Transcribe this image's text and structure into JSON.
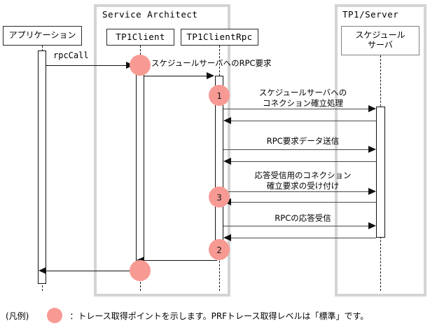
{
  "diagram": {
    "type": "uml-sequence-diagram",
    "groups": [
      {
        "id": "service-architect",
        "title": "Service Architect"
      },
      {
        "id": "tp1-server",
        "title": "TP1/Server"
      }
    ],
    "participants": [
      {
        "id": "application",
        "label": "アプリケーション",
        "style": "jp"
      },
      {
        "id": "tp1client",
        "label": "TP1Client",
        "style": "mono"
      },
      {
        "id": "tp1clientrpc",
        "label": "TP1ClientRpc",
        "style": "mono"
      },
      {
        "id": "schedule-server",
        "label": "スケジュール\nサーバ",
        "line1": "スケジュール",
        "line2": "サーバ",
        "style": "jp"
      }
    ],
    "messages": [
      {
        "id": "m1",
        "label": "rpcCall",
        "from": "application",
        "to": "tp1client",
        "direction": "right",
        "style": "mono"
      },
      {
        "id": "m2",
        "label": "スケジュールサーバへのRPC要求",
        "from": "tp1client",
        "to": "tp1clientrpc",
        "direction": "right",
        "style": "jp"
      },
      {
        "id": "m3",
        "line1": "スケジュールサーバへの",
        "line2": "コネクション確立処理",
        "from": "tp1clientrpc",
        "to": "schedule-server",
        "direction": "right",
        "style": "jp"
      },
      {
        "id": "m4",
        "label": "",
        "from": "schedule-server",
        "to": "tp1clientrpc",
        "direction": "left",
        "style": "jp"
      },
      {
        "id": "m5",
        "label": "RPC要求データ送信",
        "from": "tp1clientrpc",
        "to": "schedule-server",
        "direction": "right",
        "style": "jp"
      },
      {
        "id": "m6",
        "label": "",
        "from": "schedule-server",
        "to": "tp1clientrpc",
        "direction": "left",
        "style": "jp"
      },
      {
        "id": "m7",
        "line1": "応答受信用のコネクション",
        "line2": "確立要求の受け付け",
        "from": "tp1clientrpc",
        "to": "schedule-server",
        "direction": "right",
        "style": "jp"
      },
      {
        "id": "m8",
        "label": "",
        "from": "schedule-server",
        "to": "tp1clientrpc",
        "direction": "left",
        "style": "jp"
      },
      {
        "id": "m9",
        "label": "RPCの応答受信",
        "from": "tp1clientrpc",
        "to": "schedule-server",
        "direction": "right",
        "style": "jp"
      },
      {
        "id": "m10",
        "label": "",
        "from": "schedule-server",
        "to": "tp1clientrpc",
        "direction": "left",
        "style": "jp"
      },
      {
        "id": "m11",
        "label": "",
        "from": "tp1clientrpc",
        "to": "tp1client",
        "direction": "left",
        "style": "jp"
      },
      {
        "id": "m12",
        "label": "",
        "from": "tp1client",
        "to": "application",
        "direction": "left",
        "style": "jp"
      }
    ],
    "trace_points": [
      {
        "id": "tp-a",
        "label": "",
        "on": "tp1client"
      },
      {
        "id": "tp-1",
        "label": "1",
        "on": "tp1clientrpc"
      },
      {
        "id": "tp-3",
        "label": "3",
        "on": "tp1clientrpc"
      },
      {
        "id": "tp-2",
        "label": "2",
        "on": "tp1clientrpc"
      },
      {
        "id": "tp-b",
        "label": "",
        "on": "tp1client"
      }
    ],
    "colors": {
      "trace_point": "#f79a93",
      "frame_border": "#d4d4d4",
      "message_line": "#4a4a4a",
      "box_border": "#2a2a2a"
    }
  },
  "legend": {
    "prefix": "(凡例)",
    "separator": "：",
    "text": "トレース取得ポイントを示します。PRFトレース取得レベルは「標準」です。",
    "full": "：トレース取得ポイントを示します。PRFトレース取得レベルは「標準」です。"
  }
}
